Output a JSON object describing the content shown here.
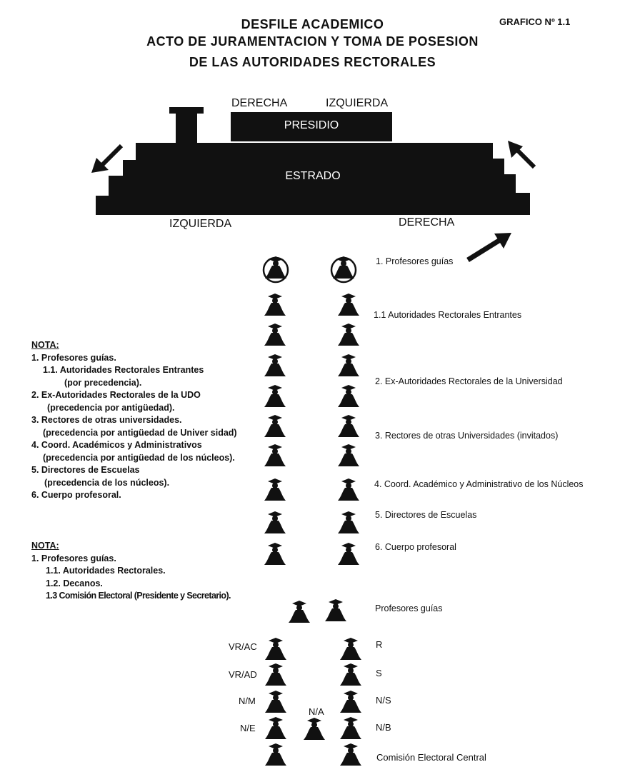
{
  "header": {
    "title_line1": "DESFILE  ACADEMICO",
    "title_line2": "ACTO DE JURAMENTACION Y TOMA DE POSESION",
    "title_line3": "DE LAS AUTORIDADES RECTORALES",
    "grafico": "GRAFICO Nº 1.1"
  },
  "stage": {
    "presidio_left": "DERECHA",
    "presidio_right": "IZQUIERDA",
    "presidio_label": "PRESIDIO",
    "estrado_label": "ESTRADO",
    "bottom_left": "IZQUIERDA",
    "bottom_right": "DERECHA"
  },
  "legend": [
    "1. Profesores guías",
    "1.1 Autoridades Rectorales Entrantes",
    "2. Ex-Autoridades Rectorales de la Universidad",
    "3. Rectores de otras Universidades (invitados)",
    "4. Coord. Académico y Administrativo de los Núcleos",
    "5. Directores de Escuelas",
    "6. Cuerpo profesoral"
  ],
  "note1": {
    "heading": "NOTA:",
    "lines": [
      "1. Profesores guías.",
      "1.1. Autoridades Rectorales Entrantes",
      "(por precedencia).",
      "2. Ex-Autoridades Rectorales de la UDO",
      "(precedencia por antigüedad).",
      "3. Rectores de otras universidades.",
      "(precedencia por antigüedad de Univer sidad)",
      "4. Coord. Académicos y Administrativos",
      "(precedencia por antigüedad de los núcleos).",
      "5. Directores de Escuelas",
      "(precedencia de los núcleos).",
      "6. Cuerpo profesoral."
    ]
  },
  "note2": {
    "heading": "NOTA:",
    "lines": [
      "1. Profesores guías.",
      "1.1. Autoridades Rectorales.",
      "1.2. Decanos.",
      "1.3 Comisión Electoral (Presidente y  Secretario)."
    ]
  },
  "lower": {
    "guides_label": "Profesores guías",
    "left_labels": [
      "VR/AC",
      "VR/AD",
      "N/M",
      "N/E"
    ],
    "right_labels": [
      "R",
      "S",
      "N/S",
      "N/B"
    ],
    "center_label": "N/A",
    "bottom_label": "Comisión Electoral Central"
  }
}
